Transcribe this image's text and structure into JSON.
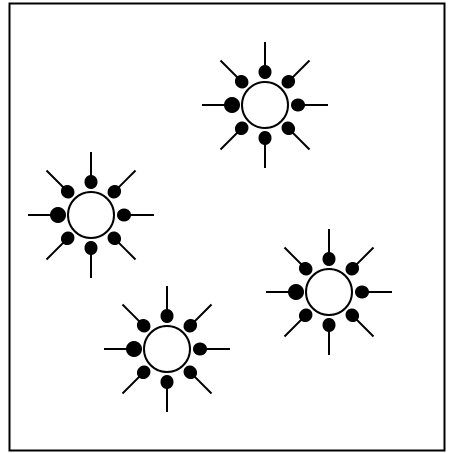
{
  "figure": {
    "frame_color": "#000000",
    "stroke_color": "#000000",
    "fill_color": "#000000",
    "background_color": "#ffffff",
    "rays_per_unit": 8,
    "dots_per_unit": 8,
    "unit_count": 4
  }
}
